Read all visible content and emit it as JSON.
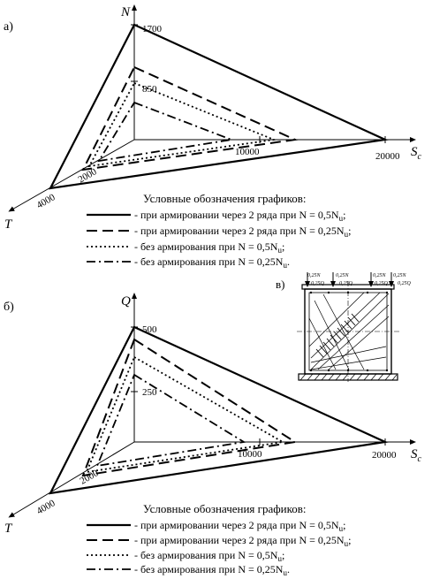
{
  "panel_a": {
    "label": "а)",
    "axis_n": "N",
    "axis_s": "S",
    "axis_s_sub": "c",
    "axis_t": "T",
    "ticks": {
      "n_high": "1700",
      "n_mid": "850",
      "s_mid": "10000",
      "s_high": "20000",
      "t_mid": "2000",
      "t_high": "4000"
    },
    "legend_title": "Условные обозначения графиков:",
    "legend": [
      {
        "style": "solid",
        "text": "- при армировании через 2 ряда при N = 0,5N",
        "sub": "u",
        "tail": ";"
      },
      {
        "style": "dashed",
        "text": "- при армировании через 2 ряда при N = 0,25N",
        "sub": "u",
        "tail": ";"
      },
      {
        "style": "dotted",
        "text": "- без армирования при N = 0,5N",
        "sub": "u",
        "tail": ";"
      },
      {
        "style": "dashdot",
        "text": "- без армирования при N = 0,25N",
        "sub": "u",
        "tail": "."
      }
    ]
  },
  "panel_b": {
    "label": "б)",
    "axis_q": "Q",
    "axis_s": "S",
    "axis_s_sub": "c",
    "axis_t": "T",
    "ticks": {
      "q_high": "500",
      "q_mid": "250",
      "s_mid": "10000",
      "s_high": "20000",
      "t_mid": "2000",
      "t_high": "4000"
    },
    "legend_title": "Условные обозначения графиков:",
    "legend": [
      {
        "style": "solid",
        "text": "- при армировании через 2 ряда при N = 0,5N",
        "sub": "u",
        "tail": ";"
      },
      {
        "style": "dashed",
        "text": "- при армировании через 2 ряда при N = 0,25N",
        "sub": "u",
        "tail": ";"
      },
      {
        "style": "dotted",
        "text": "- без армирования при N = 0,5N",
        "sub": "u",
        "tail": ";"
      },
      {
        "style": "dashdot",
        "text": "- без армирования при N = 0,25N",
        "sub": "u",
        "tail": "."
      }
    ]
  },
  "panel_c": {
    "label": "в)",
    "loads": [
      "0,25N",
      "0,25N",
      "0,25N",
      "0,25N"
    ],
    "shears": [
      "0,25Q",
      "0,25Q",
      "0,25Q",
      "0,25Q"
    ]
  }
}
